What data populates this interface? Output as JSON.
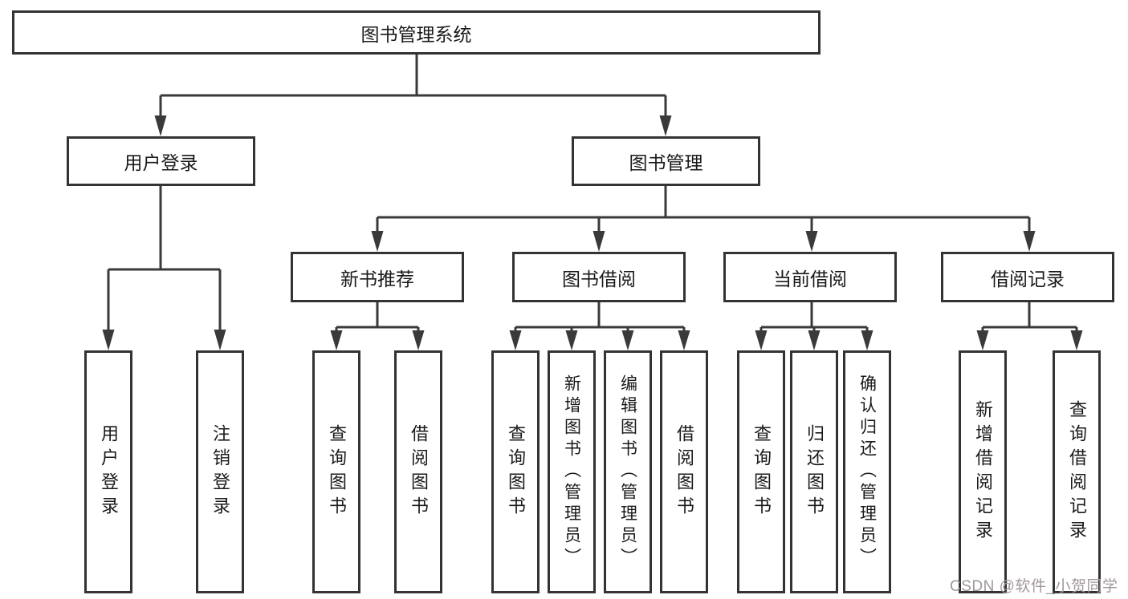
{
  "tree": {
    "root": {
      "label": "图书管理系统"
    },
    "level2": [
      {
        "label": "用户登录"
      },
      {
        "label": "图书管理"
      }
    ],
    "level3": [
      {
        "label": "新书推荐"
      },
      {
        "label": "图书借阅"
      },
      {
        "label": "当前借阅"
      },
      {
        "label": "借阅记录"
      }
    ],
    "leaves": {
      "user_login": [
        {
          "label": "用户登录"
        },
        {
          "label": "注销登录"
        }
      ],
      "new_book_recommend": [
        {
          "label": "查询图书"
        },
        {
          "label": "借阅图书"
        }
      ],
      "book_borrow": [
        {
          "label": "查询图书"
        },
        {
          "label": "新增图书（管理员）"
        },
        {
          "label": "编辑图书（管理员）"
        },
        {
          "label": "借阅图书"
        }
      ],
      "current_borrow": [
        {
          "label": "查询图书"
        },
        {
          "label": "归还图书"
        },
        {
          "label": "确认归还（管理员）"
        }
      ],
      "borrow_records": [
        {
          "label": "新增借阅记录"
        },
        {
          "label": "查询借阅记录"
        }
      ]
    }
  },
  "watermark": {
    "text": "CSDN @软件_小贺同学"
  },
  "colors": {
    "line": "#3a3a3a",
    "box_border": "#333333",
    "box_fill": "#ffffff",
    "text": "#1a1a1a",
    "watermark": "#a09799",
    "background": "#ffffff"
  }
}
